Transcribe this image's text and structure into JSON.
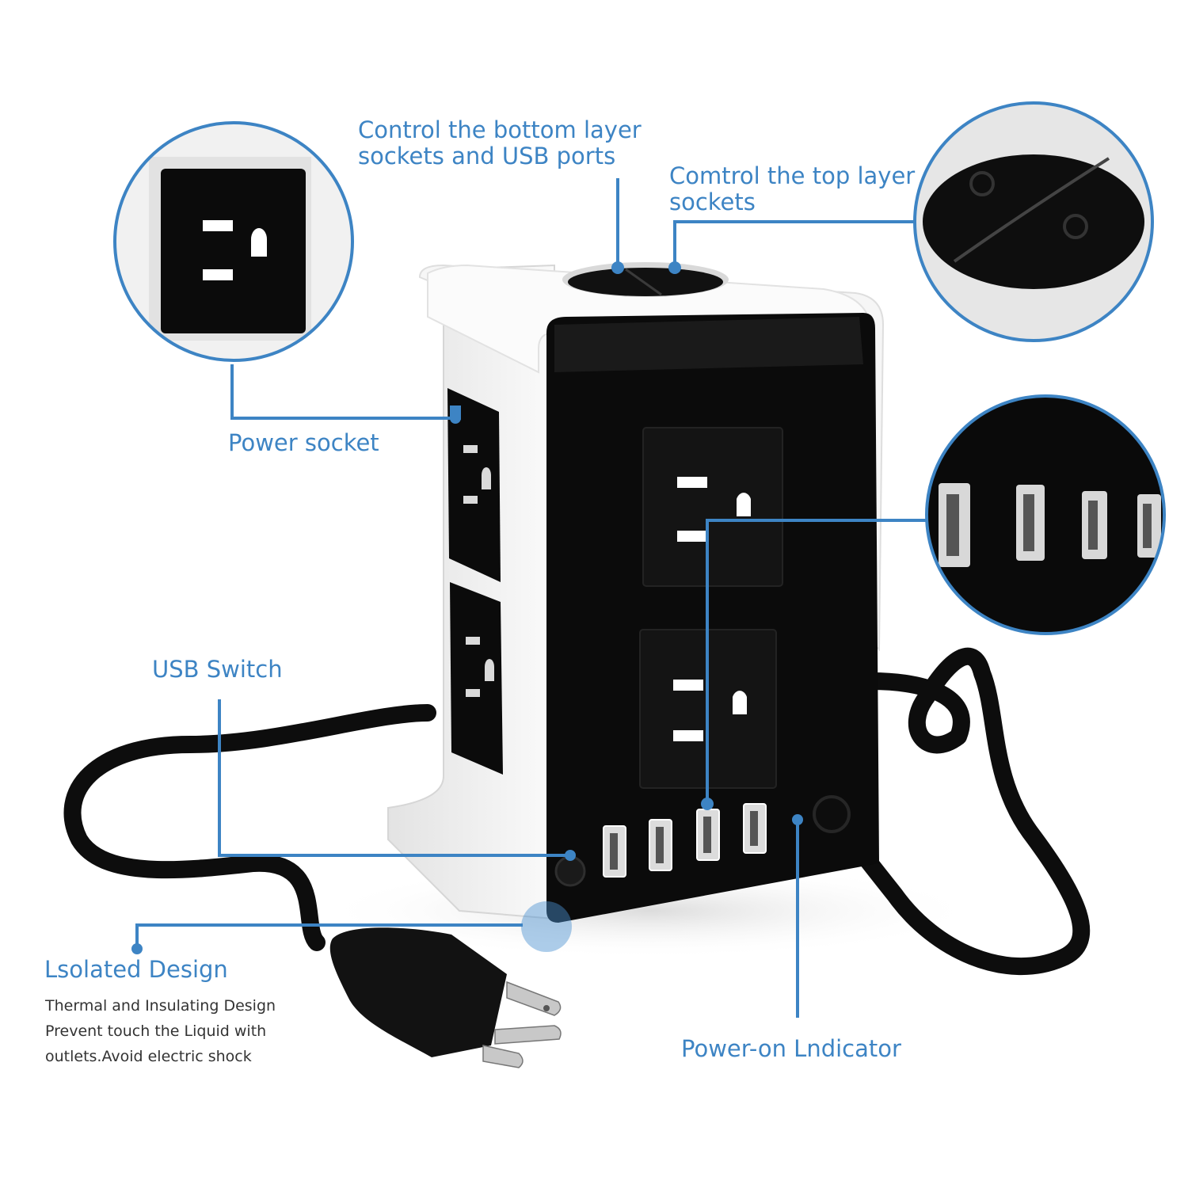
{
  "colors": {
    "accent": "#3d84c4",
    "body_black": "#0a0a0a",
    "body_white": "#f4f4f4",
    "indicator": "#e32222"
  },
  "icons": {
    "callout_socket": "power-socket-closeup-icon",
    "callout_buttons": "power-button-closeup-icon",
    "callout_usb": "usb-ports-closeup-icon",
    "plug": "power-plug-icon"
  },
  "labels": {
    "control_bottom": [
      "Control the bottom layer",
      "sockets and USB ports"
    ],
    "control_top": [
      "Comtrol the top layer",
      "sockets"
    ],
    "power_socket": "Power socket",
    "usb_switch": "USB Switch",
    "isolated_title": "Lsolated Design",
    "isolated_desc": [
      "Thermal and Insulating Design",
      "Prevent touch the Liquid with",
      "outlets.Avoid electric shock"
    ],
    "power_on": "Power-on Lndicator"
  }
}
